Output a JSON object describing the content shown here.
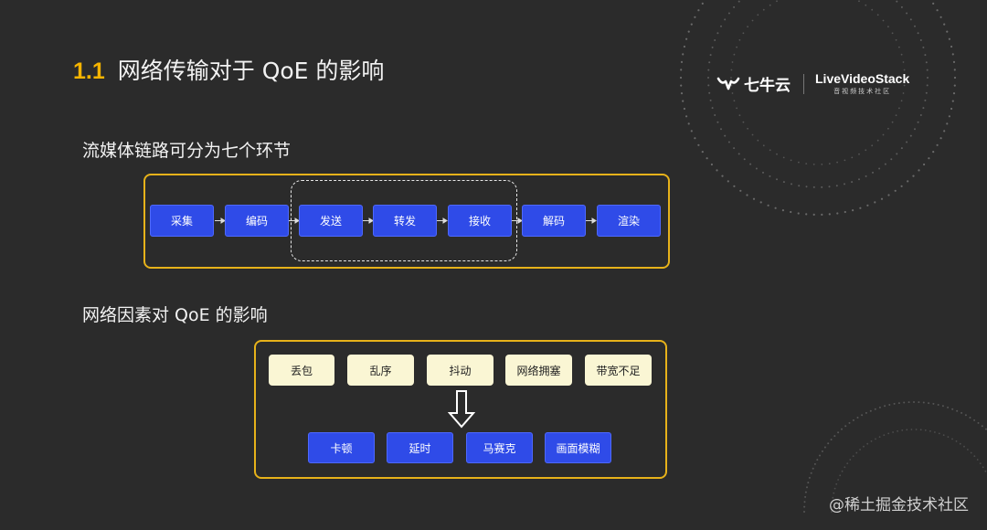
{
  "slide": {
    "title_number": "1.1",
    "title_text": "网络传输对于 QoE 的影响",
    "logo_qiniu": "七牛云",
    "logo_lvs_main": "LiveVideoStack",
    "logo_lvs_sub": "音视频技术社区"
  },
  "pipeline": {
    "label": "流媒体链路可分为七个环节",
    "steps": [
      "采集",
      "编码",
      "发送",
      "转发",
      "接收",
      "解码",
      "渲染"
    ]
  },
  "network": {
    "label": "网络因素对 QoE 的影响",
    "factors": [
      "丢包",
      "乱序",
      "抖动",
      "网络拥塞",
      "带宽不足"
    ],
    "effects": [
      "卡顿",
      "延时",
      "马赛克",
      "画面模糊"
    ]
  },
  "watermark": "@稀土掘金技术社区",
  "colors": {
    "background": "#2b2b2b",
    "accent_yellow": "#e7b21a",
    "step_blue": "#2f4be8",
    "factor_cream": "#faf6d4"
  }
}
